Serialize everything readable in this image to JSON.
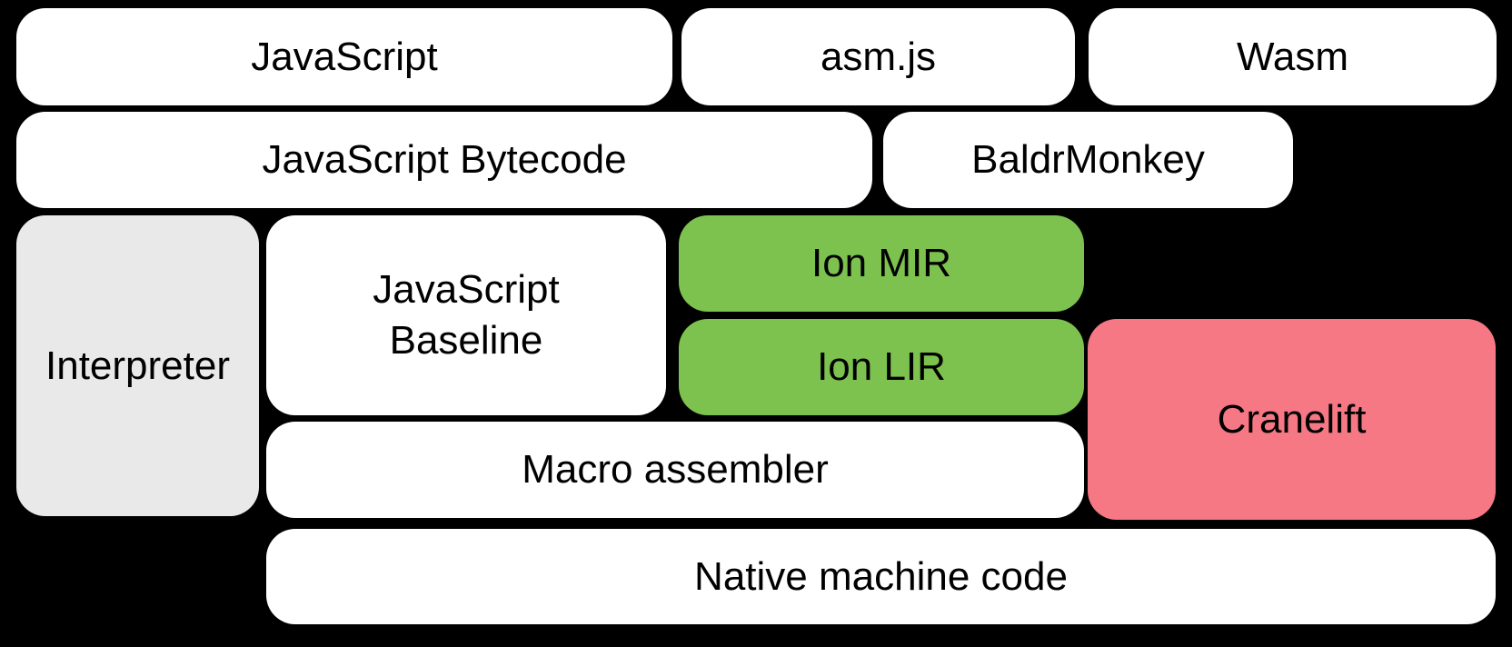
{
  "diagram": {
    "title": "JavaScript engine compilation pipeline",
    "background": "#000000",
    "colors": {
      "box_white": "#ffffff",
      "box_gray": "#e9e9e9",
      "box_green": "#7dc24f",
      "box_pink": "#f57884",
      "text": "#000000"
    },
    "boxes": {
      "javascript": {
        "label": "JavaScript"
      },
      "asmjs": {
        "label": "asm.js"
      },
      "wasm": {
        "label": "Wasm"
      },
      "bytecode": {
        "label": "JavaScript Bytecode"
      },
      "baldrmonkey": {
        "label": "BaldrMonkey"
      },
      "interpreter": {
        "label": "Interpreter"
      },
      "baseline": {
        "label": "JavaScript\nBaseline"
      },
      "ion_mir": {
        "label": "Ion MIR"
      },
      "ion_lir": {
        "label": "Ion LIR"
      },
      "cranelift": {
        "label": "Cranelift"
      },
      "macro_assembler": {
        "label": "Macro assembler"
      },
      "native": {
        "label": "Native machine code"
      }
    }
  }
}
